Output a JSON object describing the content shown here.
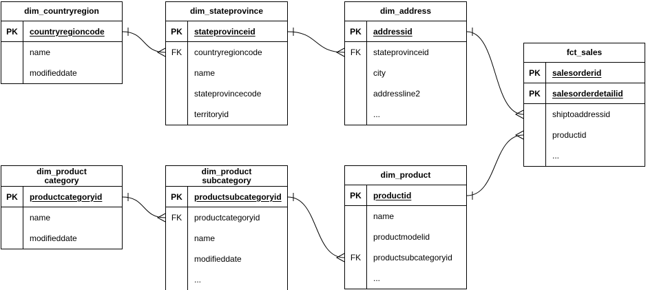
{
  "diagram": {
    "background_color": "#ffffff",
    "line_color": "#000000",
    "text_color": "#000000",
    "tables": [
      {
        "id": "dim_countryregion",
        "title_lines": [
          "dim_countryregion"
        ],
        "rows": [
          {
            "key": "PK",
            "name": "countryregioncode",
            "pk": true
          },
          {
            "key": "",
            "name": "name",
            "pk": false
          },
          {
            "key": "",
            "name": "modifieddate",
            "pk": false
          }
        ]
      },
      {
        "id": "dim_stateprovince",
        "title_lines": [
          "dim_stateprovince"
        ],
        "rows": [
          {
            "key": "PK",
            "name": "stateprovinceid",
            "pk": true
          },
          {
            "key": "FK",
            "name": "countryregioncode",
            "pk": false
          },
          {
            "key": "",
            "name": "name",
            "pk": false
          },
          {
            "key": "",
            "name": "stateprovincecode",
            "pk": false
          },
          {
            "key": "",
            "name": "territoryid",
            "pk": false
          }
        ]
      },
      {
        "id": "dim_address",
        "title_lines": [
          "dim_address"
        ],
        "rows": [
          {
            "key": "PK",
            "name": "addressid",
            "pk": true
          },
          {
            "key": "FK",
            "name": "stateprovinceid",
            "pk": false
          },
          {
            "key": "",
            "name": "city",
            "pk": false
          },
          {
            "key": "",
            "name": "addressline2",
            "pk": false
          },
          {
            "key": "",
            "name": "...",
            "pk": false
          }
        ]
      },
      {
        "id": "fct_sales",
        "title_lines": [
          "fct_sales"
        ],
        "rows": [
          {
            "key": "PK",
            "name": "salesorderid",
            "pk": true
          },
          {
            "key": "PK",
            "name": "salesorderdetailid",
            "pk": true
          },
          {
            "key": "",
            "name": "shiptoaddressid",
            "pk": false
          },
          {
            "key": "",
            "name": "productid",
            "pk": false
          },
          {
            "key": "",
            "name": "...",
            "pk": false
          }
        ]
      },
      {
        "id": "dim_productcategory",
        "title_lines": [
          "dim_product",
          "category"
        ],
        "rows": [
          {
            "key": "PK",
            "name": "productcategoryid",
            "pk": true
          },
          {
            "key": "",
            "name": "name",
            "pk": false
          },
          {
            "key": "",
            "name": "modifieddate",
            "pk": false
          }
        ]
      },
      {
        "id": "dim_productsubcategory",
        "title_lines": [
          "dim_product",
          "subcategory"
        ],
        "rows": [
          {
            "key": "PK",
            "name": "productsubcategoryid",
            "pk": true
          },
          {
            "key": "FK",
            "name": "productcategoryid",
            "pk": false
          },
          {
            "key": "",
            "name": "name",
            "pk": false
          },
          {
            "key": "",
            "name": "modifieddate",
            "pk": false
          },
          {
            "key": "",
            "name": "...",
            "pk": false
          }
        ]
      },
      {
        "id": "dim_product",
        "title_lines": [
          "dim_product"
        ],
        "rows": [
          {
            "key": "PK",
            "name": "productid",
            "pk": true
          },
          {
            "key": "",
            "name": "name",
            "pk": false
          },
          {
            "key": "",
            "name": "productmodelid",
            "pk": false
          },
          {
            "key": "FK",
            "name": "productsubcategoryid",
            "pk": false
          },
          {
            "key": "",
            "name": "...",
            "pk": false
          }
        ]
      }
    ],
    "relationships": [
      {
        "from_table": "dim_countryregion",
        "from_field": "countryregioncode",
        "to_table": "dim_stateprovince",
        "to_field": "countryregioncode",
        "cardinality": "one-to-many"
      },
      {
        "from_table": "dim_stateprovince",
        "from_field": "stateprovinceid",
        "to_table": "dim_address",
        "to_field": "stateprovinceid",
        "cardinality": "one-to-many"
      },
      {
        "from_table": "dim_address",
        "from_field": "addressid",
        "to_table": "fct_sales",
        "to_field": "shiptoaddressid",
        "cardinality": "one-to-many"
      },
      {
        "from_table": "dim_product",
        "from_field": "productid",
        "to_table": "fct_sales",
        "to_field": "productid",
        "cardinality": "one-to-many"
      },
      {
        "from_table": "dim_productcategory",
        "from_field": "productcategoryid",
        "to_table": "dim_productsubcategory",
        "to_field": "productcategoryid",
        "cardinality": "one-to-many"
      },
      {
        "from_table": "dim_productsubcategory",
        "from_field": "productsubcategoryid",
        "to_table": "dim_product",
        "to_field": "productsubcategoryid",
        "cardinality": "one-to-many"
      }
    ]
  }
}
